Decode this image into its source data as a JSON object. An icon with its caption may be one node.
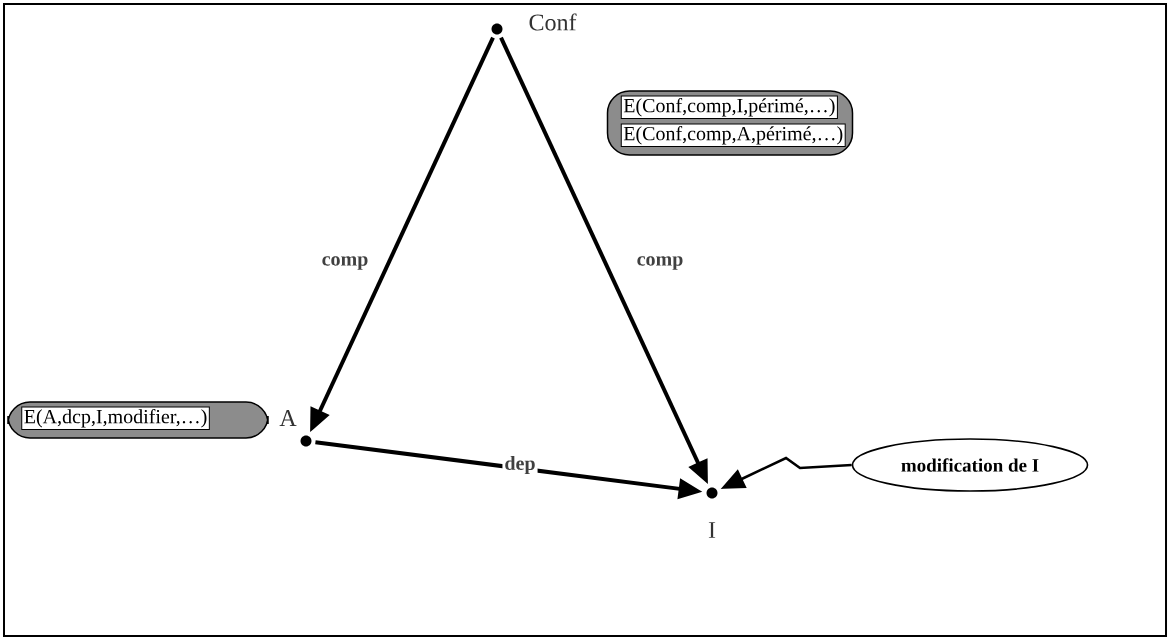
{
  "diagram": {
    "nodes": [
      {
        "text": [],
        "shape": "circle",
        "beside": [
          "Conf"
        ]
      },
      {
        "text": [],
        "shape": "circle",
        "beside": [
          "A"
        ]
      },
      {
        "text": [],
        "shape": "circle",
        "beside": [
          "I"
        ]
      },
      {
        "text": [
          "E(Conf,comp,I,périmé,…)",
          "E(Conf,comp,A,périmé,…)"
        ]
      },
      {
        "text": [
          "E(A,dcp,I,modifier,…)"
        ]
      },
      {
        "text": [
          "modification de I"
        ]
      }
    ],
    "edges": [
      {
        "from": 0,
        "to": 1,
        "arrow": "to",
        "label": "comp"
      },
      {
        "from": 0,
        "to": 2,
        "arrow": "to",
        "label": "comp"
      },
      {
        "from": 1,
        "to": 2,
        "arrow": "to",
        "label": "dep"
      },
      {
        "from": 5,
        "to": 2,
        "arrow": "to"
      }
    ]
  }
}
